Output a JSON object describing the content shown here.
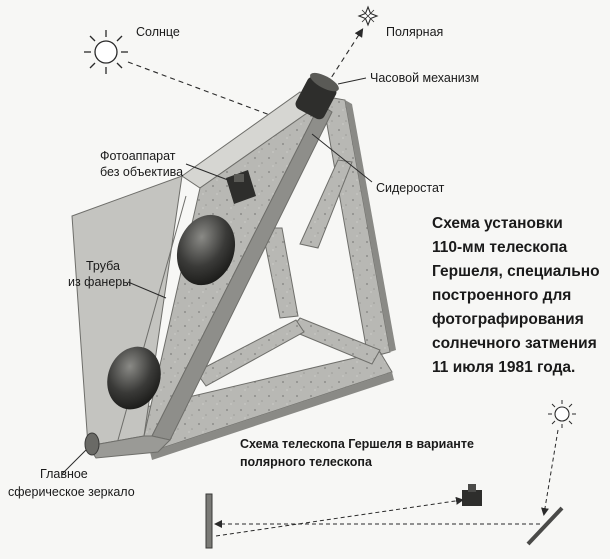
{
  "labels": {
    "sun": "Солнце",
    "polaris": "Полярная",
    "clock_drive": "Часовой механизм",
    "camera_line1": "Фотоаппарат",
    "camera_line2": "без объектива",
    "siderostat": "Сидеростат",
    "tube_line1": "Труба",
    "tube_line2": "из фанеры",
    "mirror_line1": "Главное",
    "mirror_line2": "сферическое зеркало"
  },
  "caption": {
    "lines": [
      "Схема установки",
      "110-мм телескопа",
      "Гершеля, специально",
      "построенного для",
      "фотографирования",
      "солнечного затмения",
      "11 июля 1981 года."
    ]
  },
  "polar_scheme": {
    "title_line1": "Схема телескопа Гершеля в варианте",
    "title_line2": "полярного телескопа"
  },
  "colors": {
    "structure_fill": "#b4b4b0",
    "structure_dark": "#7e7e7a",
    "structure_light": "#cfcfcb",
    "ball": "#3a3a38",
    "line": "#2a2a2a"
  }
}
